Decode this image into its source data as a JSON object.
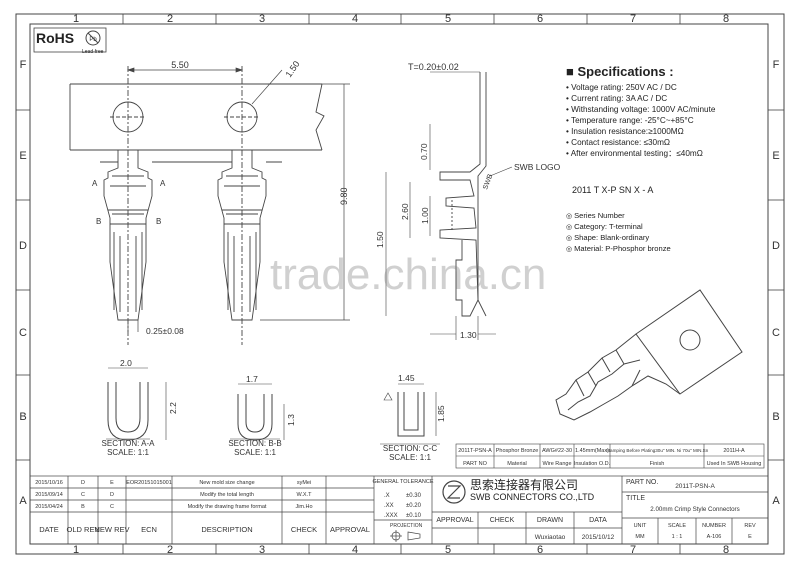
{
  "border": {
    "columns": [
      "1",
      "2",
      "3",
      "4",
      "5",
      "6",
      "7",
      "8"
    ],
    "rows_left": [
      "F",
      "E",
      "D",
      "C",
      "B",
      "A"
    ],
    "rows_right": [
      "F",
      "E",
      "D",
      "C",
      "B",
      "A"
    ]
  },
  "rohs": {
    "label": "RoHS",
    "pb": "Pb",
    "leadfree": "Lead-free"
  },
  "watermark": "trade.china.cn",
  "dims": {
    "pitch": "5.50",
    "hole": "1.50",
    "height": "9.80",
    "width_bottom": "0.25±0.08",
    "thickness": "T=0.20±0.02",
    "d070": "0.70",
    "d260": "2.60",
    "d100": "1.00",
    "d150": "1.50",
    "d130": "1.30",
    "secA_w": "2.0",
    "secA_h": "2.2",
    "secB_w": "1.7",
    "secB_h": "1.3",
    "secC_w": "1.45",
    "secC_h": "1.85"
  },
  "swb_logo": "SWB LOGO",
  "swb_mark": "SWB",
  "section_marks": {
    "a": "A",
    "b": "B"
  },
  "sections": [
    {
      "title": "SECTION: A-A",
      "scale": "SCALE: 1:1"
    },
    {
      "title": "SECTION: B-B",
      "scale": "SCALE: 1:1"
    },
    {
      "title": "SECTION: C-C",
      "scale": "SCALE: 1:1"
    }
  ],
  "specifications": {
    "title": "Specifications :",
    "items": [
      "Voltage rating: 250V AC / DC",
      "Current rating:  3A  AC / DC",
      "Withstanding voltage: 1000V AC/minute",
      "Temperature range: -25°C~+85°C",
      "Insulation resistance:≥1000MΩ",
      "Contact resistance: ≤30mΩ",
      "After environmental testing：≤40mΩ"
    ]
  },
  "part_number_code": "2011 T X-P SN X - A",
  "legend": [
    "Series Number",
    "Category: T-terminal",
    "Shape: Blank-ordinary",
    "Material: P-Phosphor bronze"
  ],
  "material_table": {
    "values": [
      "2011T-PSN-A",
      "Phosphor Bronze",
      "AWG#22-30",
      "1.45mm(Max)",
      "Stamping Before Plating30u\" MIN. Ni 70u\" MIN.Sn",
      "2011H-A"
    ],
    "headers": [
      "PART NO",
      "Material",
      "Wire Range",
      "Insulation  O.D.",
      "Finish",
      "Used In SWB  Housing"
    ]
  },
  "revisions": [
    {
      "date": "2015/10/16",
      "old": "D",
      "new": "E",
      "ecn": "EOR20151015001",
      "desc": "New mold size change",
      "check": "syMei"
    },
    {
      "date": "2015/09/14",
      "old": "C",
      "new": "D",
      "ecn": "",
      "desc": "Modify the total length",
      "check": "W.X.T"
    },
    {
      "date": "2015/04/24",
      "old": "B",
      "new": "C",
      "ecn": "",
      "desc": "Modify the drawing frame format",
      "check": "Jim.Ho"
    }
  ],
  "rev_headers": {
    "date": "DATE",
    "old": "OLD REV",
    "new": "NEW REV",
    "ecn": "ECN",
    "desc": "DESCRIPTION",
    "check": "CHECK",
    "approval": "APPROVAL"
  },
  "tolerance": {
    "title": "GENERAL TOLERANCE",
    "rows": [
      {
        "k": ".X",
        "v": "±0.30"
      },
      {
        "k": ".XX",
        "v": "±0.20"
      },
      {
        "k": ".XXX",
        "v": "±0.10"
      }
    ],
    "projection": "PROJECTION"
  },
  "company": {
    "cn": "思索连接器有限公司",
    "en": "SWB CONNECTORS CO.,LTD"
  },
  "signoff": {
    "approval": "APPROVAL",
    "check": "CHECK",
    "drawn": "DRAWN",
    "data": "DATA",
    "drawn_by": "Wuxiaotao",
    "date": "2015/10/12"
  },
  "title_block": {
    "part_label": "PART NO.",
    "part_no": "2011T-PSN-A",
    "title_label": "TITLE",
    "title": "2.00mm Crimp Style Connectors",
    "unit_label": "UNIT",
    "unit": "MM",
    "scale_label": "SCALE",
    "scale": "1 : 1",
    "number_label": "NUMBER",
    "number": "A-106",
    "rev_label": "REV",
    "rev": "E"
  }
}
